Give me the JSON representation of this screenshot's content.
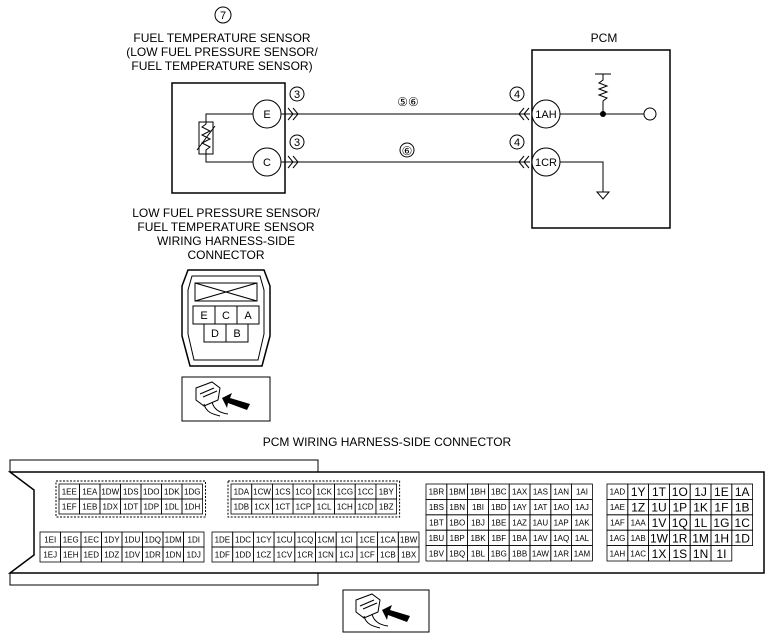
{
  "sensor": {
    "index": "7",
    "title_lines": [
      "FUEL TEMPERATURE SENSOR",
      "(LOW FUEL PRESSURE SENSOR/",
      "FUEL TEMPERATURE SENSOR)"
    ],
    "terminals": [
      "E",
      "C"
    ]
  },
  "pcm": {
    "title": "PCM",
    "terminals": [
      "1AH",
      "1CR"
    ]
  },
  "wires": [
    {
      "sensor_connector": "3",
      "harness": "⑤⑥",
      "pcm_connector": "4"
    },
    {
      "sensor_connector": "3",
      "harness": "⑥",
      "pcm_connector": "4"
    }
  ],
  "sensor_connector": {
    "title_lines": [
      "LOW FUEL PRESSURE SENSOR/",
      "FUEL TEMPERATURE SENSOR",
      "WIRING HARNESS-SIDE",
      "CONNECTOR"
    ],
    "top_row": [
      "E",
      "C",
      "A"
    ],
    "bottom_row": [
      "D",
      "B"
    ]
  },
  "pcm_connector": {
    "title": "PCM WIRING HARNESS-SIDE CONNECTOR",
    "block1": [
      [
        "1EE",
        "1EA",
        "1DW",
        "1DS",
        "1DO",
        "1DK",
        "1DG"
      ],
      [
        "1EF",
        "1EB",
        "1DX",
        "1DT",
        "1DP",
        "1DL",
        "1DH"
      ]
    ],
    "block2": [
      [
        "1DA",
        "1CW",
        "1CS",
        "1CO",
        "1CK",
        "1CG",
        "1CC",
        "1BY"
      ],
      [
        "1DB",
        "1CX",
        "1CT",
        "1CP",
        "1CL",
        "1CH",
        "1CD",
        "1BZ"
      ]
    ],
    "block3": [
      [
        "1EI",
        "1EG",
        "1EC",
        "1DY",
        "1DU",
        "1DQ",
        "1DM",
        "1DI"
      ],
      [
        "1EJ",
        "1EH",
        "1ED",
        "1DZ",
        "1DV",
        "1DR",
        "1DN",
        "1DJ"
      ]
    ],
    "block4": [
      [
        "1DE",
        "1DC",
        "1CY",
        "1CU",
        "1CQ",
        "1CM",
        "1CI",
        "1CE",
        "1CA",
        "1BW"
      ],
      [
        "1DF",
        "1DD",
        "1CZ",
        "1CV",
        "1CR",
        "1CN",
        "1CJ",
        "1CF",
        "1CB",
        "1BX"
      ]
    ],
    "block5": [
      [
        "1BR",
        "1BM",
        "1BH",
        "1BC",
        "1AX",
        "1AS",
        "1AN",
        "1AI"
      ],
      [
        "1BS",
        "1BN",
        "1BI",
        "1BD",
        "1AY",
        "1AT",
        "1AO",
        "1AJ"
      ],
      [
        "1BT",
        "1BO",
        "1BJ",
        "1BE",
        "1AZ",
        "1AU",
        "1AP",
        "1AK"
      ],
      [
        "1BU",
        "1BP",
        "1BK",
        "1BF",
        "1BA",
        "1AV",
        "1AQ",
        "1AL"
      ],
      [
        "1BV",
        "1BQ",
        "1BL",
        "1BG",
        "1BB",
        "1AW",
        "1AR",
        "1AM"
      ]
    ],
    "block6": [
      [
        "1AD",
        "1Y",
        "1T",
        "1O",
        "1J",
        "1E",
        "1A"
      ],
      [
        "1AE",
        "1Z",
        "1U",
        "1P",
        "1K",
        "1F",
        "1B"
      ],
      [
        "1AF",
        "1AA",
        "1V",
        "1Q",
        "1L",
        "1G",
        "1C"
      ],
      [
        "1AG",
        "1AB",
        "1W",
        "1R",
        "1M",
        "1H",
        "1D"
      ],
      [
        "1AH",
        "1AC",
        "1X",
        "1S",
        "1N",
        "1I"
      ]
    ]
  }
}
